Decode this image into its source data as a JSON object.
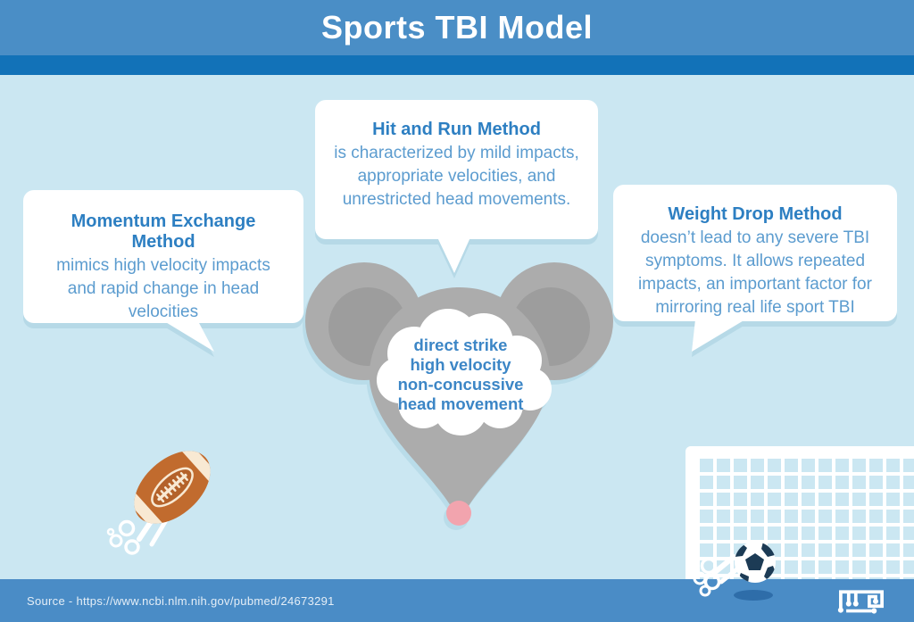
{
  "header": {
    "title": "Sports TBI Model"
  },
  "bubbles": {
    "momentum": {
      "title": "Momentum Exchange Method",
      "body": "mimics high velocity impacts and rapid change in head velocities"
    },
    "hit_and_run": {
      "title": "Hit and Run Method",
      "body": "is characterized by mild impacts, appropriate velocities, and unrestricted head movements."
    },
    "weight_drop": {
      "title": "Weight Drop Method",
      "body": "doesn’t lead to any severe TBI symptoms. It allows repeated impacts, an important factor for mirroring real life sport TBI"
    }
  },
  "mouse_cloud": {
    "lines": [
      "direct strike",
      "high velocity",
      "non-concussive",
      "head movement"
    ]
  },
  "footer": {
    "source": "Source - https://www.ncbi.nlm.nih.gov/pubmed/24673291"
  },
  "icons": {
    "mouse": "mouse-head-icon",
    "thought_cloud": "thought-cloud-icon",
    "football": "football-icon",
    "soccer_ball": "soccer-ball-icon",
    "goal": "goal-net-icon",
    "logo": "mle-circuit-logo-icon",
    "tails": "speech-bubble-tail-icon"
  },
  "theme": {
    "header_bg": "#4A8EC6",
    "accent_bg": "#1272B8",
    "content_bg": "#CBE7F2",
    "footer_bg": "#4A8CC6",
    "bubble_bg": "#FFFFFF",
    "bubble_title": "#2D7FC2",
    "bubble_body": "#5C9CCF",
    "cloud_text": "#3C86C6",
    "title_color": "#FFFFFF",
    "source_color": "rgba(255,255,255,0.85)",
    "mouse_gray": "#ACACAC",
    "mouse_inner": "#9D9D9D",
    "nose_pink": "#F2A4AE",
    "football_brown": "#C16B2E",
    "football_brown_dark": "#B4622A",
    "football_cream": "#F8E9D3",
    "soccer_navy": "#1C3B55",
    "ball_shadow": "#2E6DA9",
    "net_white": "#FFFFFF"
  }
}
